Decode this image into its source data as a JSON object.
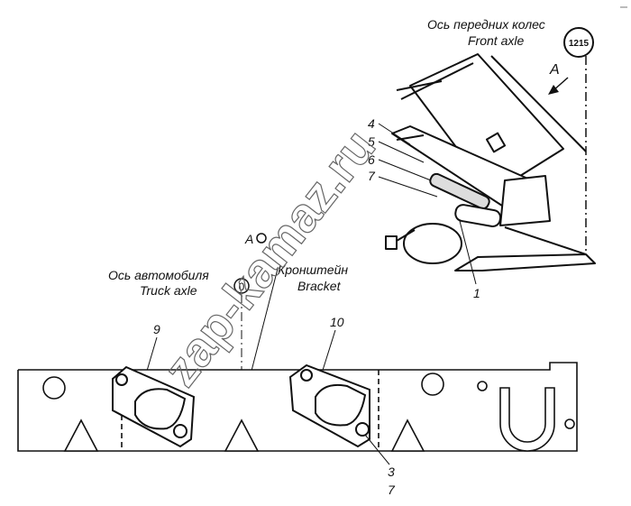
{
  "labels": {
    "front_axle_ru": "Ось передних колес",
    "front_axle_en": "Front axle",
    "ref_number": "1215",
    "view_letter": "A",
    "view_arrow": "A",
    "truck_axle_ru": "Ось автомобиля",
    "truck_axle_en": "Truck axle",
    "bracket_ru": "Кронштейн",
    "bracket_en": "Bracket",
    "zero_marker": "0",
    "callouts": {
      "p1": "1",
      "p3": "3",
      "p4": "4",
      "p5": "5",
      "p6": "6",
      "p7_top": "7",
      "p7_bottom": "7",
      "p9": "9",
      "p10": "10"
    }
  },
  "watermark": "zap-kamaz.ru"
}
